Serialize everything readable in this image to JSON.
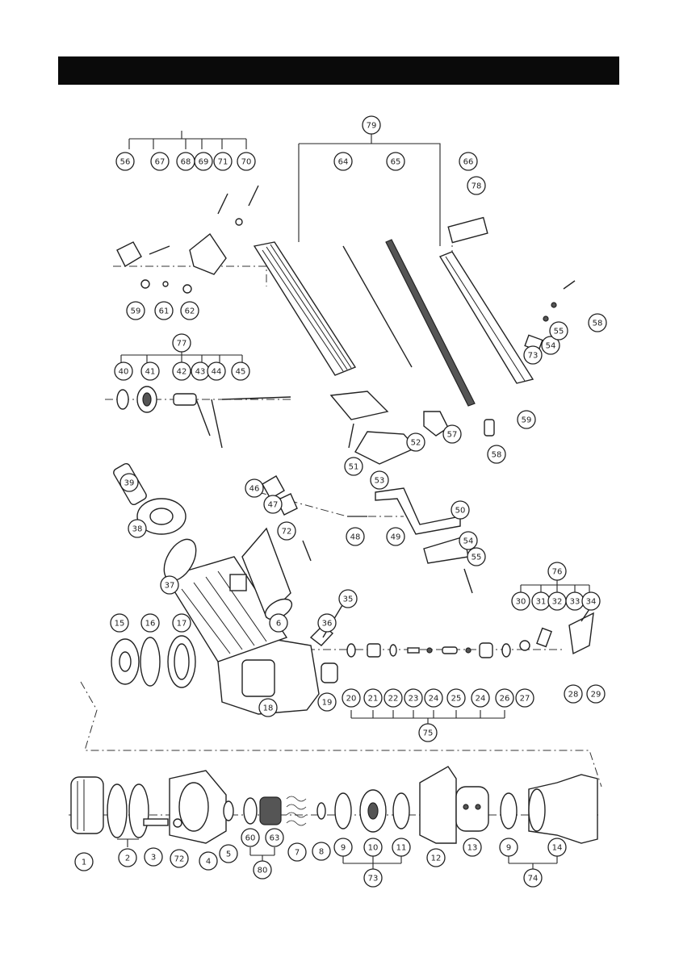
{
  "header": {
    "title": ""
  },
  "callouts": [
    {
      "id": "c1",
      "label": "1"
    },
    {
      "id": "c2",
      "label": "2"
    },
    {
      "id": "c3",
      "label": "3"
    },
    {
      "id": "c72a",
      "label": "72"
    },
    {
      "id": "c4",
      "label": "4"
    },
    {
      "id": "c5",
      "label": "5"
    },
    {
      "id": "c60",
      "label": "60"
    },
    {
      "id": "c63",
      "label": "63"
    },
    {
      "id": "c7",
      "label": "7"
    },
    {
      "id": "c8",
      "label": "8"
    },
    {
      "id": "c9a",
      "label": "9"
    },
    {
      "id": "c10",
      "label": "10"
    },
    {
      "id": "c11",
      "label": "11"
    },
    {
      "id": "c12",
      "label": "12"
    },
    {
      "id": "c13",
      "label": "13"
    },
    {
      "id": "c9b",
      "label": "9"
    },
    {
      "id": "c14",
      "label": "14"
    },
    {
      "id": "c80",
      "label": "80"
    },
    {
      "id": "c73",
      "label": "73"
    },
    {
      "id": "c74",
      "label": "74"
    },
    {
      "id": "c15",
      "label": "15"
    },
    {
      "id": "c16",
      "label": "16"
    },
    {
      "id": "c17",
      "label": "17"
    },
    {
      "id": "c18",
      "label": "18"
    },
    {
      "id": "c19",
      "label": "19"
    },
    {
      "id": "c20",
      "label": "20"
    },
    {
      "id": "c21",
      "label": "21"
    },
    {
      "id": "c22",
      "label": "22"
    },
    {
      "id": "c23",
      "label": "23"
    },
    {
      "id": "c24a",
      "label": "24"
    },
    {
      "id": "c25",
      "label": "25"
    },
    {
      "id": "c24b",
      "label": "24"
    },
    {
      "id": "c26",
      "label": "26"
    },
    {
      "id": "c27",
      "label": "27"
    },
    {
      "id": "c75",
      "label": "75"
    },
    {
      "id": "c28",
      "label": "28"
    },
    {
      "id": "c29",
      "label": "29"
    },
    {
      "id": "c30",
      "label": "30"
    },
    {
      "id": "c31",
      "label": "31"
    },
    {
      "id": "c32",
      "label": "32"
    },
    {
      "id": "c33",
      "label": "33"
    },
    {
      "id": "c34",
      "label": "34"
    },
    {
      "id": "c35",
      "label": "35"
    },
    {
      "id": "c76",
      "label": "76"
    },
    {
      "id": "c36",
      "label": "36"
    },
    {
      "id": "c37",
      "label": "37"
    },
    {
      "id": "c38",
      "label": "38"
    },
    {
      "id": "c39",
      "label": "39"
    },
    {
      "id": "c6",
      "label": "6"
    },
    {
      "id": "c51",
      "label": "51"
    },
    {
      "id": "c72b",
      "label": "72"
    },
    {
      "id": "c47",
      "label": "47"
    },
    {
      "id": "c46",
      "label": "46"
    },
    {
      "id": "c48",
      "label": "48"
    },
    {
      "id": "c49",
      "label": "49"
    },
    {
      "id": "c53",
      "label": "53"
    },
    {
      "id": "c54",
      "label": "54"
    },
    {
      "id": "c55",
      "label": "55"
    },
    {
      "id": "c52",
      "label": "52"
    },
    {
      "id": "c50",
      "label": "50"
    },
    {
      "id": "c57",
      "label": "57"
    },
    {
      "id": "c58",
      "label": "58"
    },
    {
      "id": "c40",
      "label": "40"
    },
    {
      "id": "c41",
      "label": "41"
    },
    {
      "id": "c42",
      "label": "42"
    },
    {
      "id": "c43",
      "label": "43"
    },
    {
      "id": "c44",
      "label": "44"
    },
    {
      "id": "c45",
      "label": "45"
    },
    {
      "id": "c77",
      "label": "77"
    },
    {
      "id": "c59",
      "label": "59"
    },
    {
      "id": "c61",
      "label": "61"
    },
    {
      "id": "c62",
      "label": "62"
    },
    {
      "id": "c56",
      "label": "56"
    },
    {
      "id": "c67",
      "label": "67"
    },
    {
      "id": "c68",
      "label": "68"
    },
    {
      "id": "c69",
      "label": "69"
    },
    {
      "id": "c71",
      "label": "71"
    },
    {
      "id": "c70",
      "label": "70"
    },
    {
      "id": "c64",
      "label": "64"
    },
    {
      "id": "c65",
      "label": "65"
    },
    {
      "id": "c66",
      "label": "66"
    },
    {
      "id": "c78",
      "label": "78"
    },
    {
      "id": "c79",
      "label": "79"
    },
    {
      "id": "c59b",
      "label": "59"
    },
    {
      "id": "c54b",
      "label": "54"
    },
    {
      "id": "c55b",
      "label": "55"
    },
    {
      "id": "c73b",
      "label": "73"
    },
    {
      "id": "c58b",
      "label": "58"
    }
  ]
}
